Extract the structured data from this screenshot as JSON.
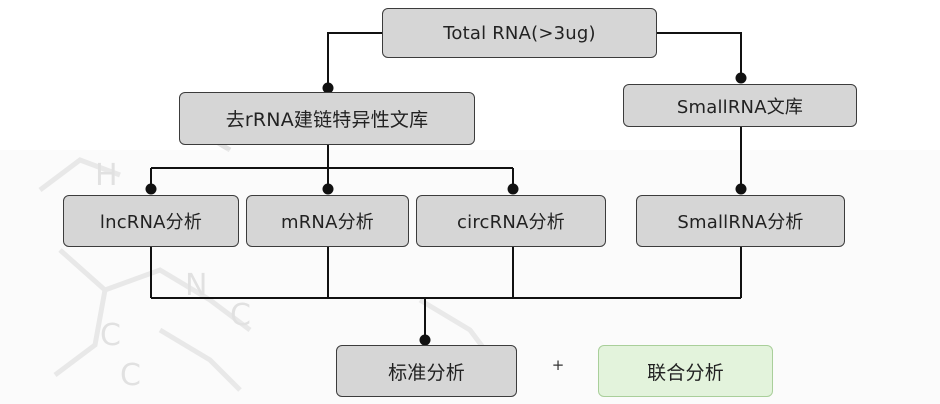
{
  "nodes": {
    "total_rna": "Total RNA(>3ug)",
    "rrna_depleted_library": "去rRNA建链特异性文库",
    "small_rna_library": "SmallRNA文库",
    "lncrna_analysis": "lncRNA分析",
    "mrna_analysis": "mRNA分析",
    "circrna_analysis": "circRNA分析",
    "small_rna_analysis": "SmallRNA分析",
    "standard_analysis": "标准分析",
    "joint_analysis": "联合分析"
  },
  "plus_sign": "+",
  "colors": {
    "node_fill": "#d6d6d6",
    "node_border": "#3c3c3c",
    "joint_fill": "#e3f3dc",
    "joint_border": "#a9cf9a",
    "connector": "#111111",
    "background_molecule": "#d9d9d9"
  }
}
